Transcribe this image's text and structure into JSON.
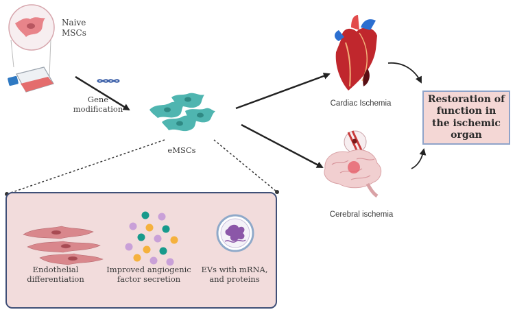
{
  "labels": {
    "naive_mscs": "Naive\nMSCs",
    "gene_modification": "Gene\nmodification",
    "emscs": "eMSCs",
    "cardiac_ischemia": "Cardiac Ischemia",
    "cerebral_ischemia": "Cerebral ischemia",
    "outcome": "Restoration of function in the ischemic organ"
  },
  "panel": {
    "items": [
      {
        "label": "Endothelial\ndifferentiation"
      },
      {
        "label": "Improved angiogenic\nfactor secretion"
      },
      {
        "label": "EVs with mRNA,\nand proteins"
      }
    ]
  },
  "colors": {
    "cell_pink": "#e8848a",
    "emsc_teal": "#4fb5b0",
    "panel_bg": "#f2dcdc",
    "panel_border": "#3f4f77",
    "outcome_bg": "#f4d7d5",
    "outcome_border": "#8fa3c9",
    "factor_teal": "#179a8c",
    "factor_orange": "#f5b13d",
    "factor_purple": "#c9a0d8",
    "arrow": "#222222"
  }
}
